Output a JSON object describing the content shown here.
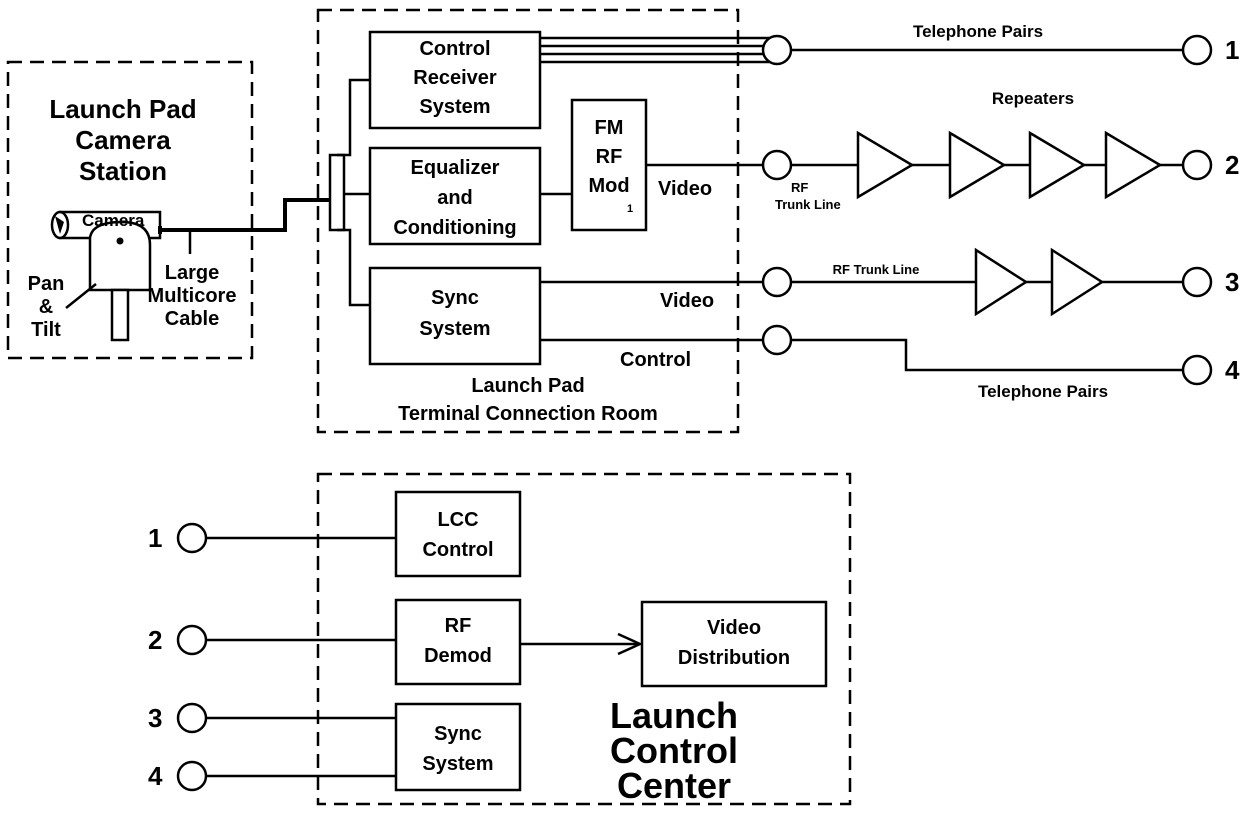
{
  "camera_station": {
    "title_lines": [
      "Launch Pad",
      "Camera",
      "Station"
    ],
    "camera_label": "Camera",
    "pan_tilt_lines": [
      "Pan",
      "&",
      "Tilt"
    ],
    "cable_lines": [
      "Large",
      "Multicore",
      "Cable"
    ]
  },
  "terminal_room": {
    "title_lines": [
      "Launch Pad",
      "Terminal Connection Room"
    ],
    "control_receiver_lines": [
      "Control",
      "Receiver",
      "System"
    ],
    "equalizer_lines": [
      "Equalizer",
      "and",
      "Conditioning"
    ],
    "fm_mod_lines": [
      "FM",
      "RF",
      "Mod"
    ],
    "fm_mod_sub": "1",
    "sync_lines": [
      "Sync",
      "System"
    ],
    "video_label_1": "Video",
    "video_label_2": "Video",
    "control_label": "Control"
  },
  "links": {
    "telephone_pairs_top": "Telephone Pairs",
    "repeaters": "Repeaters",
    "rf_label": "RF",
    "trunk_line": "Trunk Line",
    "rf_trunk_line": "RF Trunk Line",
    "telephone_pairs_bottom": "Telephone Pairs"
  },
  "terminals": [
    "1",
    "2",
    "3",
    "4"
  ],
  "lcc": {
    "lcc_control_lines": [
      "LCC",
      "Control"
    ],
    "rf_demod_lines": [
      "RF",
      "Demod"
    ],
    "video_dist_lines": [
      "Video",
      "Distribution"
    ],
    "sync_lines": [
      "Sync",
      "System"
    ],
    "title_lines": [
      "Launch",
      "Control",
      "Center"
    ]
  }
}
